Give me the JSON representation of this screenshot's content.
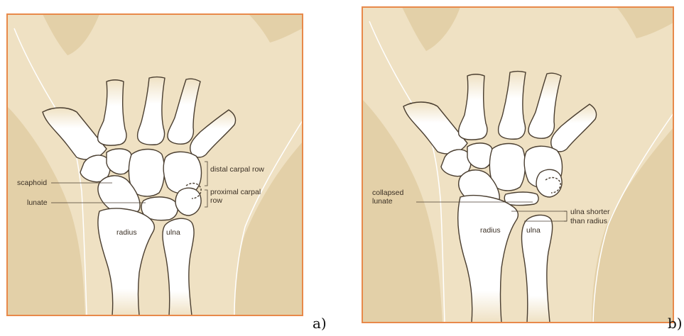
{
  "panels": [
    {
      "label": "a)",
      "annotations": {
        "scaphoid": "scaphoid",
        "lunate": "lunate",
        "radius": "radius",
        "ulna": "ulna",
        "distal_carpal_row": "distal carpal row",
        "proximal_carpal_row_1": "proximal carpal",
        "proximal_carpal_row_2": "row"
      }
    },
    {
      "label": "b)",
      "annotations": {
        "collapsed_lunate_1": "collapsed",
        "collapsed_lunate_2": "lunate",
        "radius": "radius",
        "ulna": "ulna",
        "ulna_shorter_1": "ulna shorter",
        "ulna_shorter_2": "than radius"
      }
    }
  ],
  "colors": {
    "frame": "#e8894a",
    "skin_light": "#efe1c3",
    "skin_dark": "#e3d0a8",
    "bone": "#ffffff",
    "bone_outline": "#4a3e30"
  }
}
